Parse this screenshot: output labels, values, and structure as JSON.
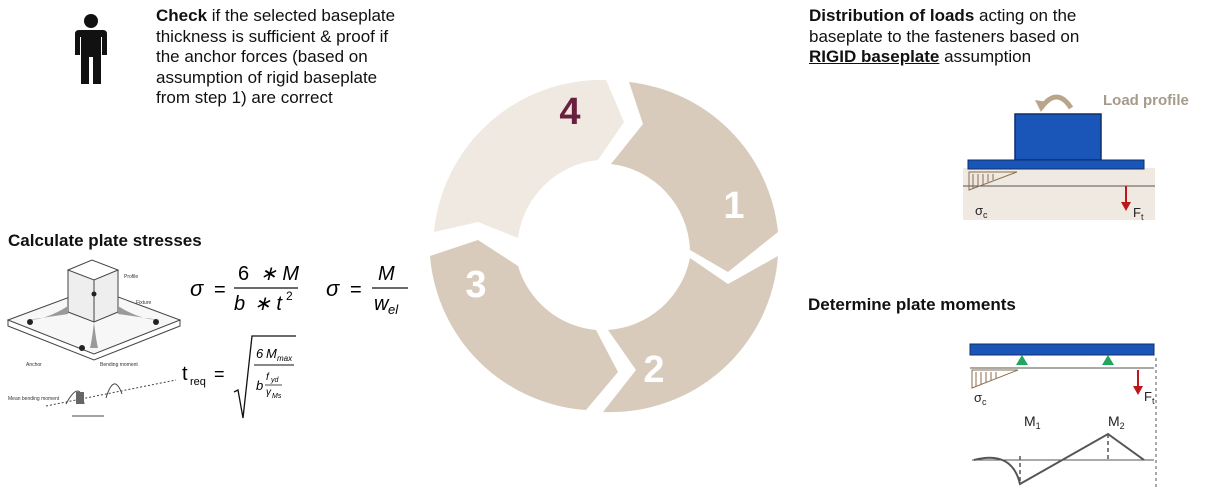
{
  "cycle": {
    "steps": [
      {
        "number": "1"
      },
      {
        "number": "2"
      },
      {
        "number": "3"
      },
      {
        "number": "4"
      }
    ],
    "colors": {
      "step_fill": "#d8cbbb",
      "step4_fill": "#efe9e1",
      "step4_number": "#6a1f3f",
      "number": "#ffffff"
    }
  },
  "top_left": {
    "icon": "person-icon",
    "bold": "Check",
    "line1_rest": " if the selected baseplate",
    "line2": "thickness is sufficient & proof if",
    "line3": "the anchor forces (based on",
    "line4": "assumption of rigid baseplate",
    "line5": "from step 1) are correct"
  },
  "top_right": {
    "bold": "Distribution of loads",
    "line1_rest": " acting on the",
    "line2": "baseplate to the fasteners based on",
    "underlined": "RIGID baseplate",
    "line3_rest": " assumption",
    "load_profile_label": "Load profile",
    "sigma_label": "σ",
    "sigma_sub": "c",
    "force_label": "F",
    "force_sub": "t",
    "colors": {
      "plate": "#1a56b8",
      "concrete": "#efe9e1",
      "force": "#c0151a",
      "moment_arrow": "#b9a58a"
    }
  },
  "left": {
    "title": "Calculate plate stresses",
    "figure_labels": {
      "profile": "Profile",
      "fixture": "Fixture",
      "anchor": "Anchor",
      "bending_moment": "Bending moment",
      "mean_bending_moment": "Mean bending moment"
    },
    "formula1": {
      "sigma": "σ",
      "eq": "=",
      "num_6": "6",
      "num_M": "∗ M",
      "den_b": "b",
      "den_t": "∗ t",
      "den_exp": "2"
    },
    "formula2": {
      "sigma": "σ",
      "eq": "=",
      "num": "M",
      "den": "w",
      "den_sub": "el"
    },
    "formula3": {
      "t": "t",
      "t_sub": "req",
      "eq": "=",
      "num_6": "6",
      "num_M": "M",
      "num_M_sub": "max",
      "den_b": "b",
      "den_f": "f",
      "den_f_sub": "yd",
      "den_gamma": "γ",
      "den_gamma_sub": "Ms"
    }
  },
  "bottom_right": {
    "title": "Determine plate moments",
    "sigma_label": "σ",
    "sigma_sub": "c",
    "force_label": "F",
    "force_sub": "t",
    "m1": "M",
    "m1_sub": "1",
    "m2": "M",
    "m2_sub": "2",
    "colors": {
      "plate": "#1a56b8",
      "support": "#21a65b",
      "force": "#c0151a"
    }
  }
}
